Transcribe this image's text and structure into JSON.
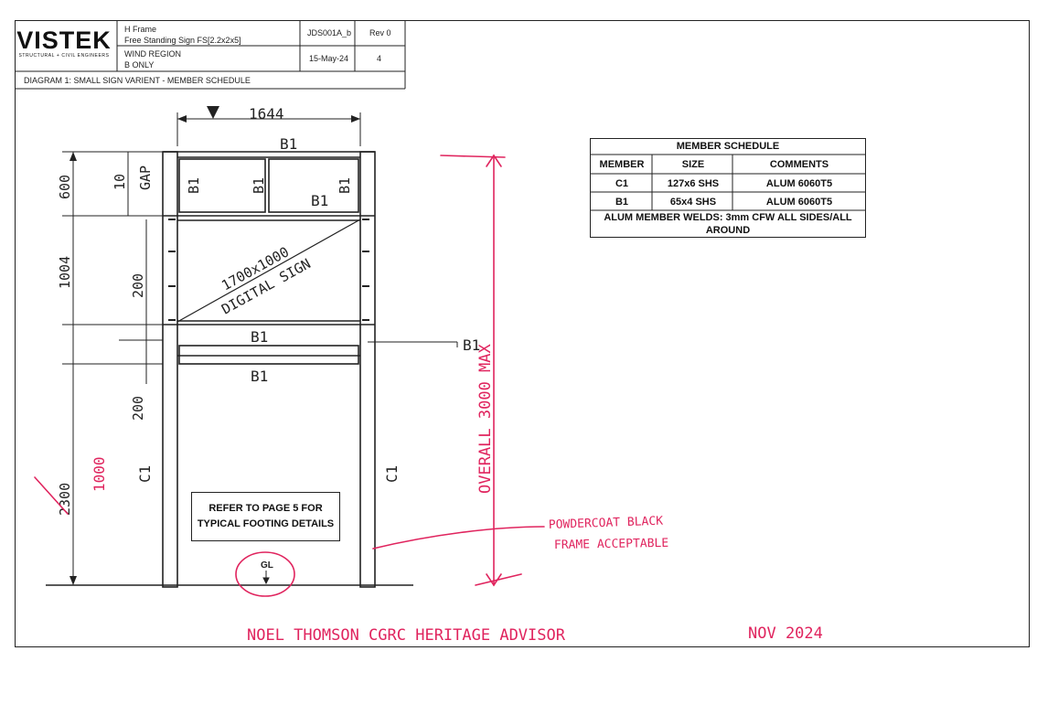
{
  "title_block": {
    "logo": "VISTEK",
    "logo_sub": "STRUCTURAL + CIVIL ENGINEERS",
    "project_line1": "H Frame",
    "project_line2": "Free Standing Sign FS[2.2x2x5]",
    "region_line1": "WIND REGION",
    "region_line2": "B ONLY",
    "job_no": "JDS001A_b",
    "rev": "Rev 0",
    "date": "15-May-24",
    "page": "4",
    "diagram_title": "DIAGRAM 1: SMALL SIGN VARIENT - MEMBER SCHEDULE"
  },
  "schedule": {
    "title": "MEMBER SCHEDULE",
    "headers": [
      "MEMBER",
      "SIZE",
      "COMMENTS"
    ],
    "rows": [
      [
        "C1",
        "127x6 SHS",
        "ALUM 6060T5"
      ],
      [
        "B1",
        "65x4 SHS",
        "ALUM 6060T5"
      ]
    ],
    "footer_line1": "ALUM MEMBER WELDS: 3mm CFW ALL SIDES/ALL",
    "footer_line2": "AROUND"
  },
  "drawing": {
    "width_dim": "1644",
    "dim_600": "600",
    "dim_10": "10",
    "gap": "GAP",
    "dim_1004": "1004",
    "dim_200_upper": "200",
    "dim_200_lower": "200",
    "dim_2300": "2300",
    "b1_label": "B1",
    "c1_label": "C1",
    "sign_line1": "1700x1000",
    "sign_line2": "DIGITAL SIGN",
    "gl": "GL",
    "footing_note_line1": "REFER TO PAGE 5 FOR",
    "footing_note_line2": "TYPICAL FOOTING DETAILS"
  },
  "markup": {
    "color": "#e0245e",
    "overall": "OVERALL 3000 MAX",
    "revised_height": "1000",
    "powdercoat_line1": "POWDERCOAT BLACK",
    "powdercoat_line2": "FRAME ACCEPTABLE",
    "signature": "NOEL THOMSON CGRC HERITAGE ADVISOR",
    "date": "NOV 2024"
  }
}
